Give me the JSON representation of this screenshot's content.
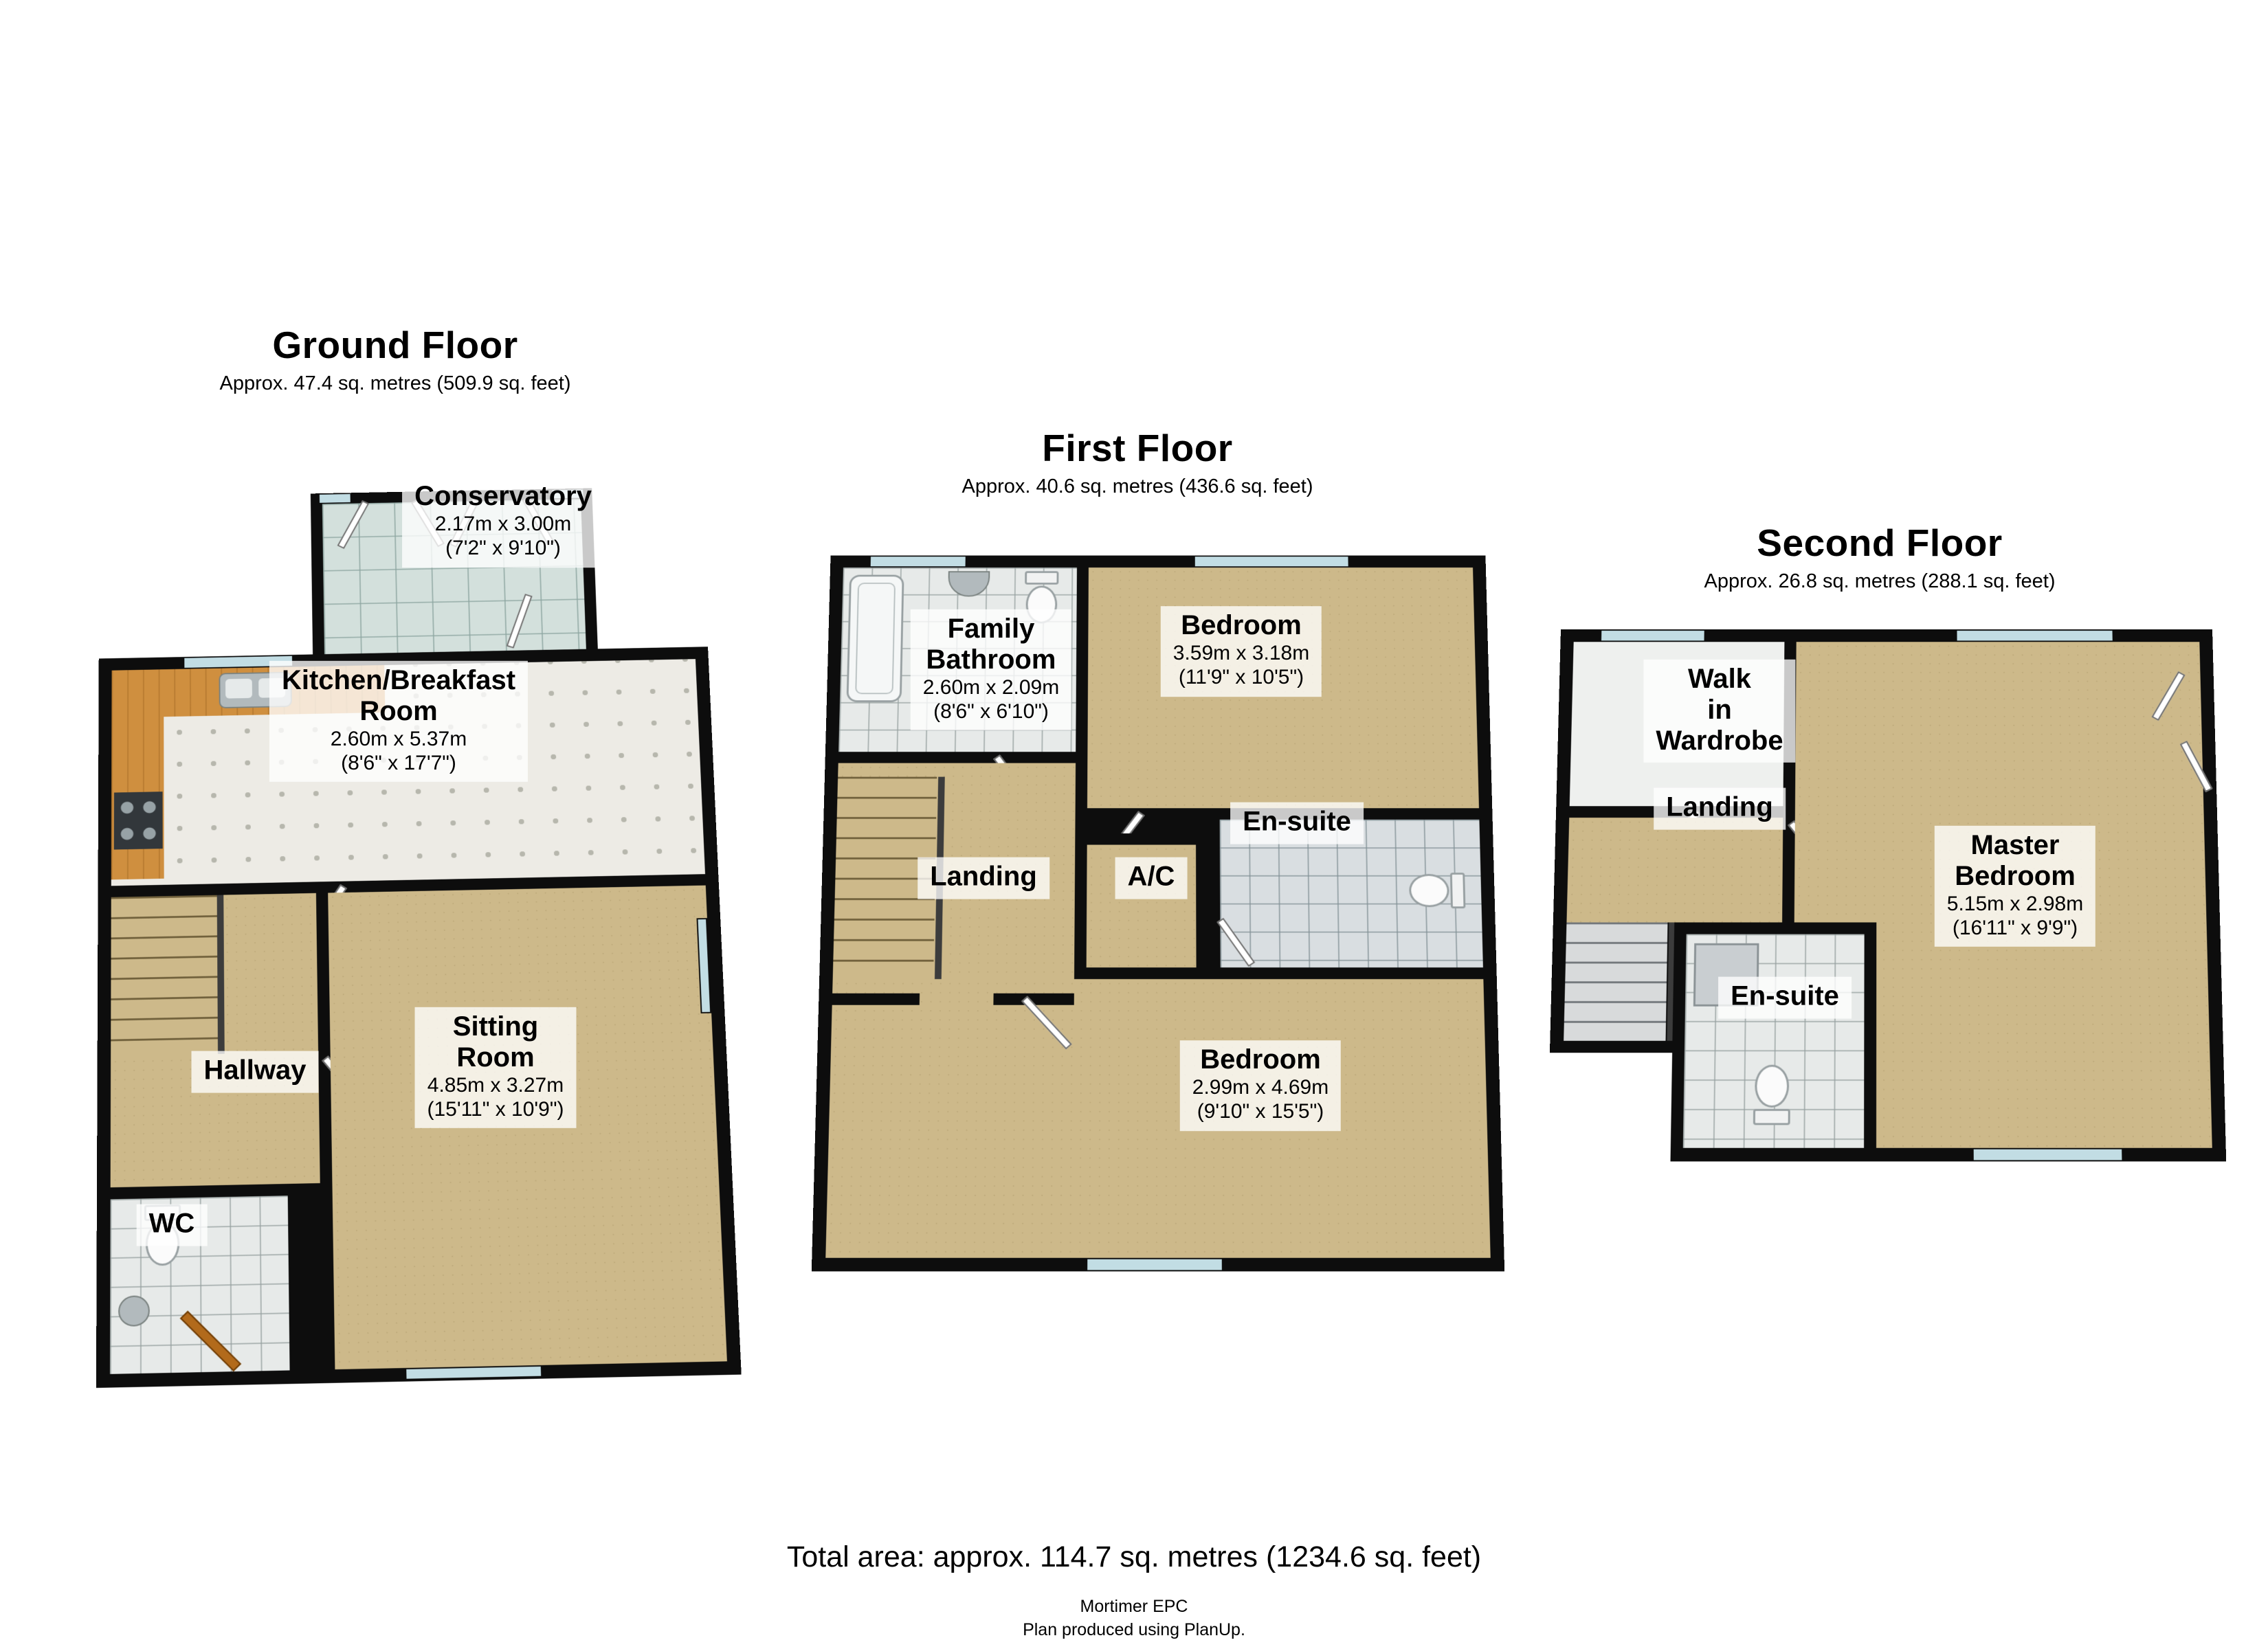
{
  "floors": [
    {
      "id": "ground",
      "title": "Ground Floor",
      "subtitle": "Approx. 47.4 sq. metres (509.9 sq. feet)",
      "rooms": {
        "conservatory": {
          "name": "Conservatory",
          "metric": "2.17m x 3.00m",
          "imperial": "(7'2\" x 9'10\")"
        },
        "kitchen": {
          "name": "Kitchen/Breakfast\nRoom",
          "metric": "2.60m x 5.37m",
          "imperial": "(8'6\" x 17'7\")"
        },
        "sitting": {
          "name": "Sitting\nRoom",
          "metric": "4.85m x 3.27m",
          "imperial": "(15'11\" x 10'9\")"
        },
        "hallway": {
          "name": "Hallway"
        },
        "wc": {
          "name": "WC"
        }
      }
    },
    {
      "id": "first",
      "title": "First Floor",
      "subtitle": "Approx. 40.6 sq. metres (436.6 sq. feet)",
      "rooms": {
        "bathroom": {
          "name": "Family\nBathroom",
          "metric": "2.60m x 2.09m",
          "imperial": "(8'6\" x 6'10\")"
        },
        "bedroom1": {
          "name": "Bedroom",
          "metric": "3.59m x 3.18m",
          "imperial": "(11'9\" x 10'5\")"
        },
        "ensuite": {
          "name": "En-suite"
        },
        "landing": {
          "name": "Landing"
        },
        "ac": {
          "name": "A/C"
        },
        "bedroom2": {
          "name": "Bedroom",
          "metric": "2.99m x 4.69m",
          "imperial": "(9'10\" x 15'5\")"
        }
      }
    },
    {
      "id": "second",
      "title": "Second Floor",
      "subtitle": "Approx. 26.8 sq. metres (288.1 sq. feet)",
      "rooms": {
        "wardrobe": {
          "name": "Walk\nin\nWardrobe"
        },
        "landing": {
          "name": "Landing"
        },
        "master": {
          "name": "Master\nBedroom",
          "metric": "5.15m x 2.98m",
          "imperial": "(16'11\" x 9'9\")"
        },
        "ensuite": {
          "name": "En-suite"
        }
      }
    }
  ],
  "footer": {
    "total_area": "Total area: approx. 114.7 sq. metres (1234.6 sq. feet)",
    "credit_line1": "Mortimer EPC",
    "credit_line2": "Plan produced using PlanUp."
  }
}
